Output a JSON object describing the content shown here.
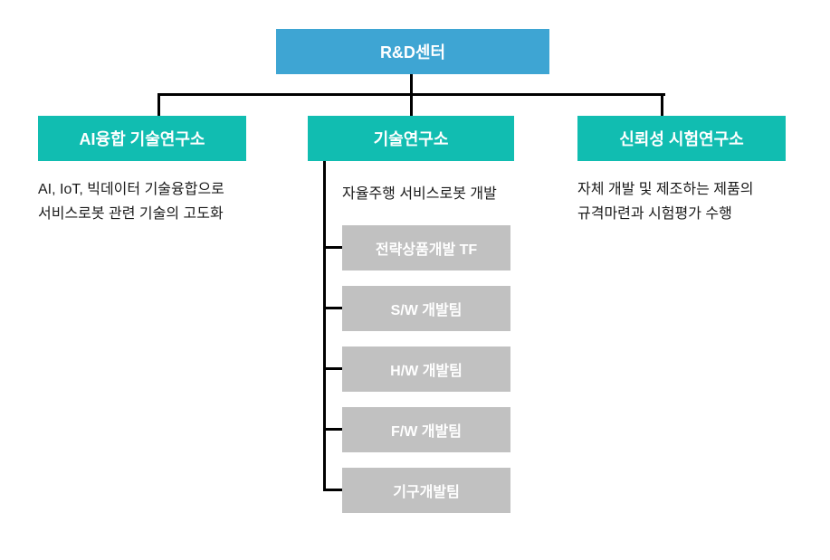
{
  "org": {
    "root": {
      "label": "R&D센터"
    },
    "branches": [
      {
        "label": "AI융합 기술연구소",
        "desc_line1": "AI, IoT, 빅데이터 기술융합으로",
        "desc_line2": "서비스로봇 관련 기술의 고도화"
      },
      {
        "label": "기술연구소",
        "desc_line1": "자율주행 서비스로봇 개발",
        "teams": [
          {
            "label": "전략상품개발 TF"
          },
          {
            "label": "S/W 개발팀"
          },
          {
            "label": "H/W 개발팀"
          },
          {
            "label": "F/W 개발팀"
          },
          {
            "label": "기구개발팀"
          }
        ]
      },
      {
        "label": "신뢰성 시험연구소",
        "desc_line1": "자체 개발 및 제조하는 제품의",
        "desc_line2": "규격마련과 시험평가 수행"
      }
    ]
  },
  "colors": {
    "root_box": "#3EA5D3",
    "branch_box": "#11BDB1",
    "team_box": "#C1C1C1",
    "connector": "#000000",
    "desc_text": "#1A1A1A"
  }
}
